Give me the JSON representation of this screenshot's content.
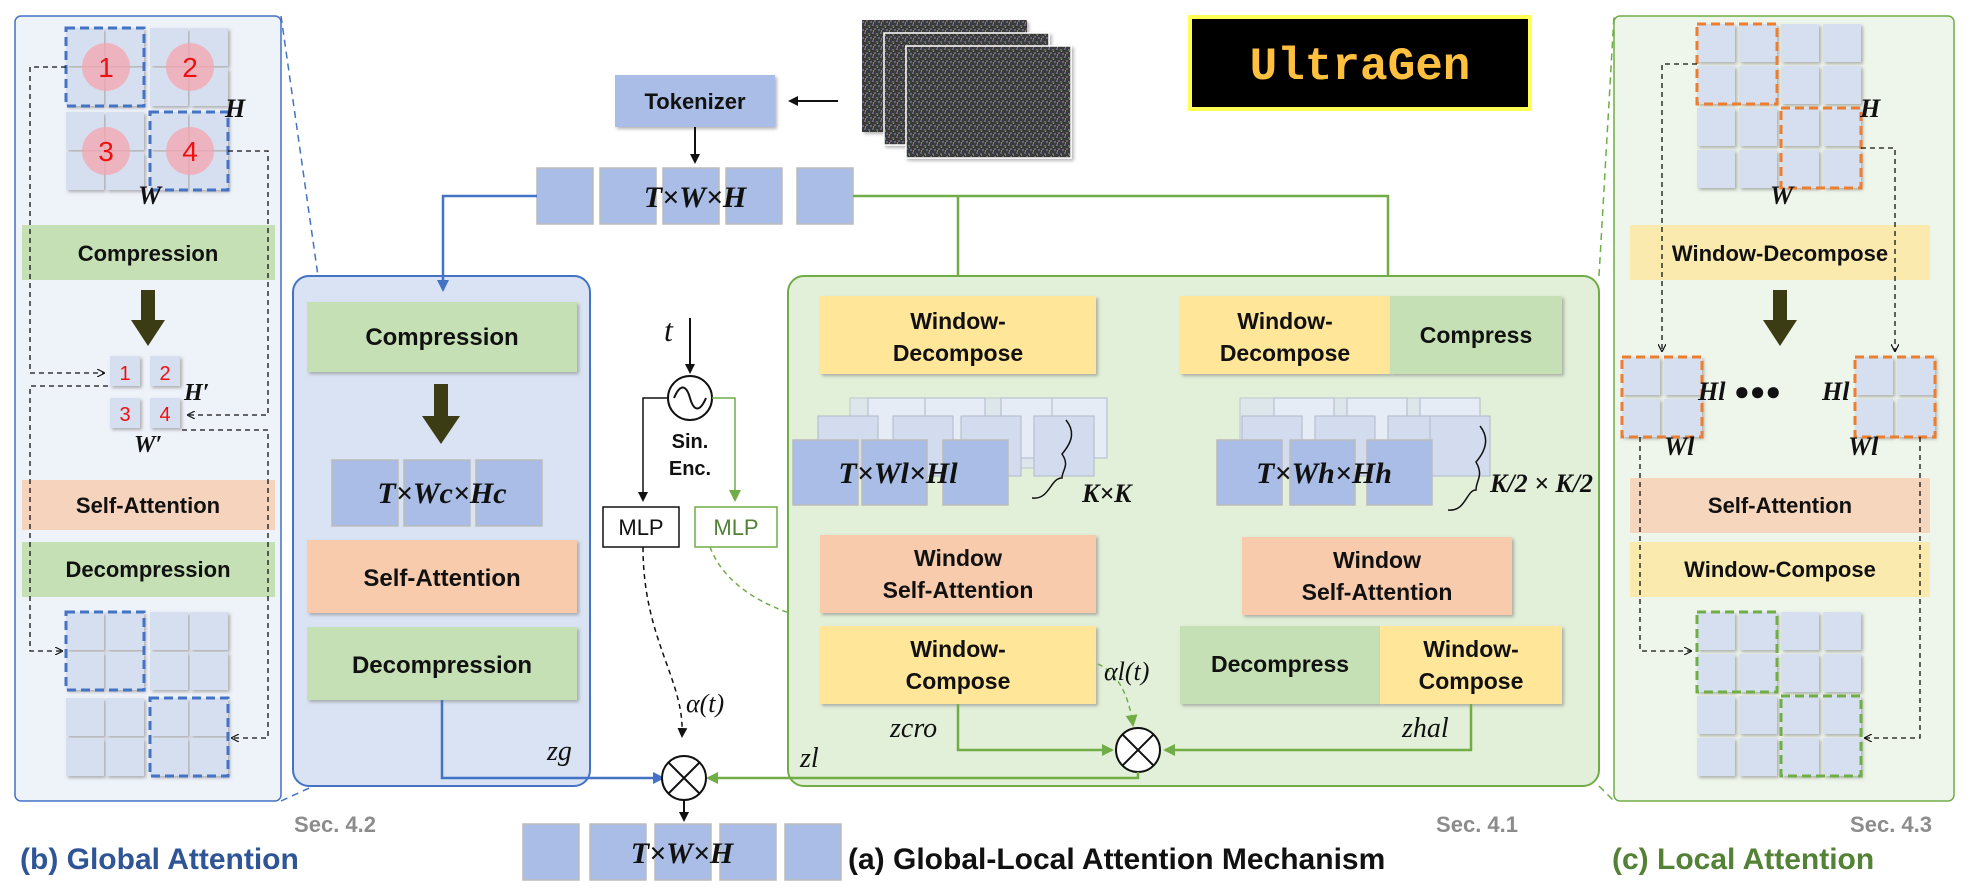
{
  "title": {
    "global": "(b) Global Attention",
    "main": "(a) Global-Local Attention Mechanism",
    "local": "(c) Local Attention"
  },
  "sections": {
    "global": "Sec. 4.2",
    "main": "Sec. 4.1",
    "local": "Sec. 4.3"
  },
  "logo": "UltraGen",
  "tokenizer": "Tokenizer",
  "token_dims": "T×W×H",
  "output_dims": "T×W×H",
  "global_panel": {
    "compression": "Compression",
    "compressed_dims": "T×Wc×Hc",
    "self_attention": "Self-Attention",
    "decompression": "Decompression",
    "z": "zg"
  },
  "time": {
    "t": "t",
    "encoder": [
      "Sin.",
      "Enc."
    ],
    "mlp_left": "MLP",
    "mlp_right": "MLP",
    "alpha": "α(t)",
    "alpha_l": "αl(t)"
  },
  "local_branch": {
    "window_decompose": [
      "Window-",
      "Decompose"
    ],
    "tile_dims": "T×Wl×Hl",
    "tile_count": "K×K",
    "window_attention": [
      "Window",
      "Self-Attention"
    ],
    "window_compose": [
      "Window-",
      "Compose"
    ],
    "z": "zcro"
  },
  "halo_branch": {
    "window_decompose": [
      "Window-",
      "Decompose"
    ],
    "compress": "Compress",
    "tile_dims": "T×Wh×Hh",
    "tile_count": "K/2 × K/2",
    "window_attention": [
      "Window",
      "Self-Attention"
    ],
    "decompress": "Decompress",
    "window_compose": [
      "Window-",
      "Compose"
    ],
    "z": "zhal"
  },
  "z_local": "zl",
  "left_detail": {
    "cells": [
      "1",
      "2",
      "3",
      "4"
    ],
    "H": "H",
    "W": "W",
    "H_prime": "H′",
    "W_prime": "W′",
    "compression": "Compression",
    "self_attention": "Self-Attention",
    "decompression": "Decompression"
  },
  "right_detail": {
    "H": "H",
    "W": "W",
    "window_decompose": "Window-Decompose",
    "Hl": "Hl",
    "Wl": "Wl",
    "dots": "●●●",
    "self_attention": "Self-Attention",
    "window_compose": "Window-Compose"
  },
  "colors": {
    "blue_line": "#4472c4",
    "green_line": "#70ad47",
    "green_box": "#c5e0b4",
    "orange_box": "#f8cbad",
    "yellow_box": "#ffe699",
    "token_blue": "#a9bde6",
    "panel_blue": "#dae3f3",
    "panel_green": "#e2f0d9",
    "title_blue": "#2f5597",
    "title_green": "#538135"
  }
}
